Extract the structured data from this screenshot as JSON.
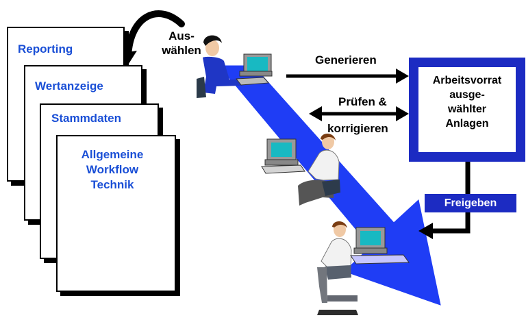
{
  "documents": [
    {
      "label": "Reporting"
    },
    {
      "label": "Wertanzeige"
    },
    {
      "label": "Stammdaten"
    },
    {
      "label": "Allgemeine\nWorkflow\nTechnik"
    }
  ],
  "labels": {
    "select": "Aus-\nwählen",
    "generate": "Generieren",
    "check_line1": "Prüfen &",
    "check_line2": "korrigieren",
    "release": "Freigeben"
  },
  "worklist": {
    "text": "Arbeitsvorrat\nausge-\nwählter\nAnlagen"
  },
  "colors": {
    "accent_blue": "#1c2bc2",
    "doc_label_blue": "#1a4fd6",
    "flow_arrow_blue": "#1f3df5"
  },
  "icons": {
    "user_top": "woman-at-computer-icon",
    "user_middle": "man-at-computer-icon",
    "user_bottom": "man-at-computer-icon"
  }
}
